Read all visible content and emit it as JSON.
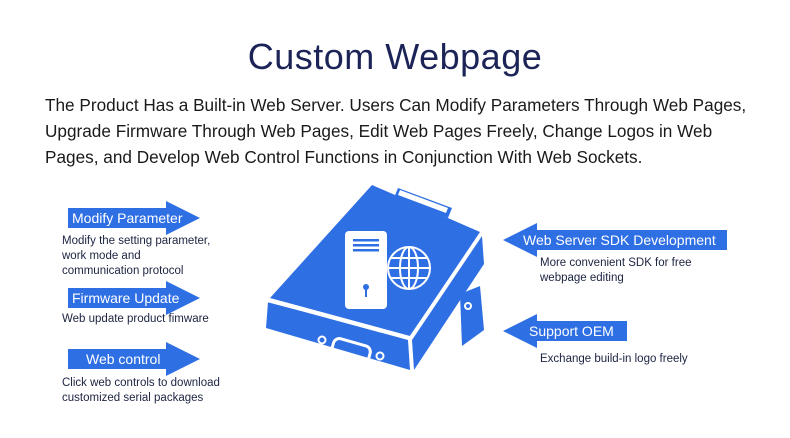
{
  "header": {
    "title": "Custom Webpage",
    "description": "The Product Has a Built-in Web Server. Users Can Modify Parameters Through Web Pages, Upgrade Firmware Through Web Pages, Edit Web Pages Freely, Change Logos in Web Pages, and Develop Web Control Functions in Conjunction With Web Sockets."
  },
  "colors": {
    "accent": "#2f6fe4",
    "title": "#1b2357",
    "text": "#1a1a1a"
  },
  "features_left": [
    {
      "label": "Modify Parameter",
      "note": [
        "Modify the setting parameter,",
        "work mode and",
        "communication protocol"
      ]
    },
    {
      "label": "Firmware Update",
      "note": [
        "Web update product fimware"
      ]
    },
    {
      "label": "Web control",
      "note": [
        "Click web controls to download",
        "customized serial packages"
      ]
    }
  ],
  "features_right": [
    {
      "label": "Web Server SDK Development",
      "note": [
        "More convenient SDK for free",
        "webpage editing"
      ]
    },
    {
      "label": "Support OEM",
      "note": [
        "Exchange build-in logo freely"
      ]
    }
  ],
  "illustration": {
    "icons": [
      "device-box-icon",
      "server-icon",
      "globe-icon",
      "serial-port-icon"
    ]
  }
}
